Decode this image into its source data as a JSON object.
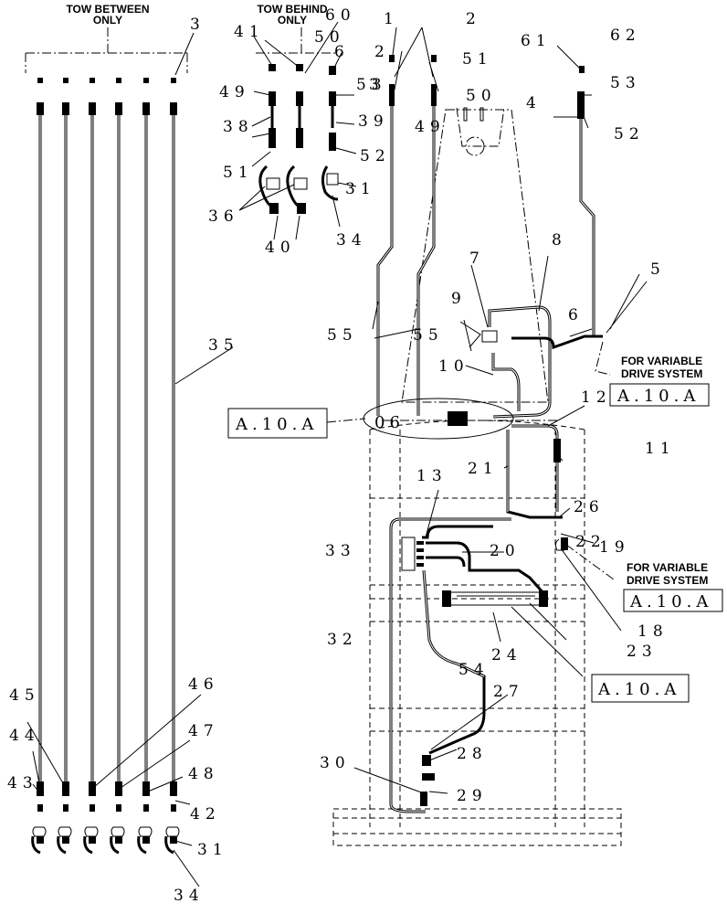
{
  "headers": {
    "tow_between": [
      "TOW BETWEEN",
      "ONLY"
    ],
    "tow_behind": [
      "TOW BEHIND",
      "ONLY"
    ],
    "variable_drive_1": [
      "FOR VARIABLE",
      "DRIVE SYSTEM"
    ],
    "variable_drive_2": [
      "FOR VARIABLE",
      "DRIVE SYSTEM"
    ]
  },
  "references": {
    "ref_left": "A.10.A",
    "ref_right_top": "A.10.A",
    "ref_right_mid": "A.10.A",
    "ref_bottom": "A.10.A",
    "ref_ellipse": "06"
  },
  "callouts": [
    "3",
    "35",
    "45",
    "44",
    "43",
    "46",
    "47",
    "48",
    "42",
    "31",
    "34",
    "41",
    "60",
    "50",
    "6",
    "49",
    "38",
    "51",
    "36",
    "40",
    "53",
    "39",
    "52",
    "31",
    "34",
    "1",
    "2",
    "2",
    "51",
    "3",
    "50",
    "49",
    "61",
    "62",
    "4",
    "53",
    "52",
    "55",
    "55",
    "7",
    "8",
    "9",
    "5",
    "6",
    "10",
    "12",
    "11",
    "21",
    "13",
    "26",
    "22",
    "33",
    "20",
    "19",
    "18",
    "23",
    "24",
    "32",
    "54",
    "27",
    "28",
    "30",
    "29"
  ]
}
